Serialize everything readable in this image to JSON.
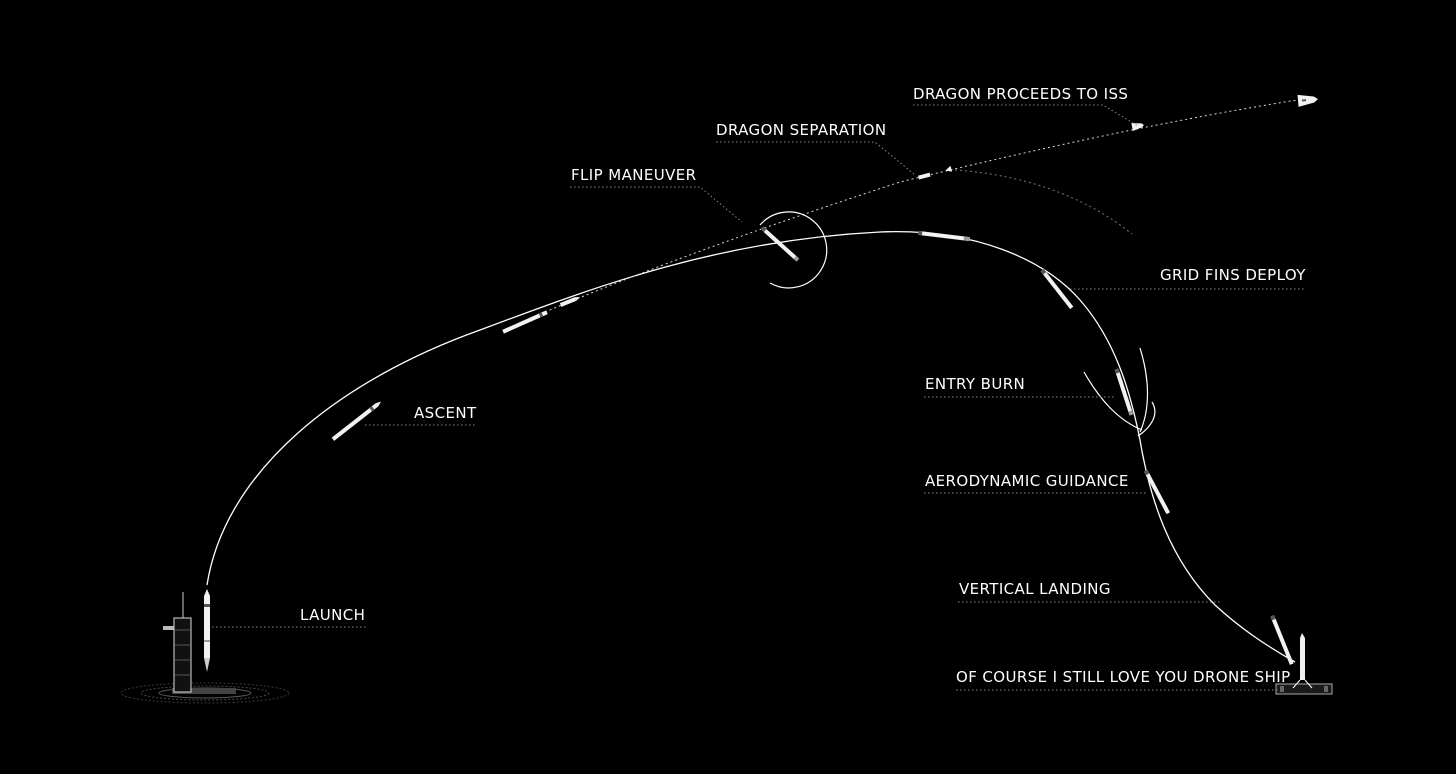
{
  "diagram": {
    "labels": {
      "launch": "LAUNCH",
      "ascent": "ASCENT",
      "flip_maneuver": "FLIP MANEUVER",
      "dragon_separation": "DRAGON SEPARATION",
      "dragon_proceeds": "DRAGON PROCEEDS TO ISS",
      "grid_fins": "GRID FINS DEPLOY",
      "entry_burn": "ENTRY BURN",
      "aero_guidance": "AERODYNAMIC GUIDANCE",
      "vertical_landing": "VERTICAL LANDING",
      "drone_ship": "OF COURSE I STILL LOVE YOU DRONE SHIP"
    },
    "colors": {
      "background": "#000000",
      "foreground": "#ffffff",
      "leader": "#8a8a8a"
    }
  }
}
